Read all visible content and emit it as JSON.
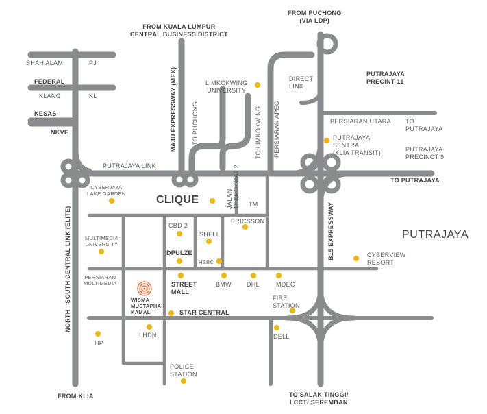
{
  "labels": {
    "from_kl_cbd": "FROM KUALA LUMPUR\nCENTRAL BUSINESS DISTRICT",
    "from_puchong": "FROM PUCHONG\n(VIA LDP)",
    "shah_alam": "SHAH ALAM",
    "pj": "PJ",
    "federal": "FEDERAL",
    "klang": "KLANG",
    "kl": "KL",
    "kesas": "KESAS",
    "nkve": "NKVE",
    "limkokwing_university": "LIMKOKWING\nUNIVERSITY",
    "direct_link": "DIRECT\nLINK",
    "putrajaya_precinct_11": "PUTRAJAYA\nPRECINT 11",
    "persiaran_utara": "PERSIARAN UTARA",
    "to_putrajaya_upper": "TO\nPUTRAJAYA",
    "putrajaya_sentral": "PUTRAJAYA\nSENTRAL\n(KLIA TRANSIT)",
    "putrajaya_precinct_9": "PUTRAJAYA\nPRECINCT 9",
    "putrajaya_link": "PUTRAJAYA LINK",
    "to_putrajaya_main": "TO PUTRAJAYA",
    "cyberjaya_lake_garden": "CYBERJAYA\nLAKE GARDEN",
    "clique": "CLIQUE",
    "tm": "TM",
    "ericsson": "ERICSSON",
    "cbd2": "CBD 2",
    "shell": "SHELL",
    "putrajaya": "PUTRAJAYA",
    "multimedia_university": "MULTIMEDIA\nUNIVERSITY",
    "dpulze": "DPULZE",
    "hsbc": "HSBC",
    "cyberview_resort": "CYBERVIEW\nRESORT",
    "persiaran_multimedia": "PERSIARAN\nMULTIMEDIA",
    "street_mall": "STREET\nMALL",
    "bmw": "BMW",
    "dhl": "DHL",
    "mdec": "MDEC",
    "wisma_mustapha_kamal": "WISMA\nMUSTAPHA\nKAMAL",
    "fire_station": "FIRE\nSTATION",
    "star_central": "STAR CENTRAL",
    "hp": "HP",
    "lhdn": "LHDN",
    "dell": "DELL",
    "police_station": "POLICE\nSTATION",
    "from_klia": "FROM KLIA",
    "to_salak_tinggi": "TO SALAK TINGGI/\nLCCT/ SEREMBAN",
    "maju_expressway": "MAJU EXPRESSWAY (MEX)",
    "to_puchong_v": "TO PUCHONG",
    "to_limkokwing_v": "TO LIMKOKWING",
    "persiaran_apec": "PERSIARAN APEC",
    "jalan_teknokrat_2": "JALAN\nTEKNOKRAT 2",
    "b15_expressway": "B15 EXPRESSWAY",
    "north_south_central_link": "NORTH - SOUTH CENTRAL LINK (ELITE)"
  },
  "colors": {
    "road": "#8a8b8d",
    "poi": "#f2b705",
    "highlight": "#f15a22",
    "text": "#58595b"
  },
  "icons": {
    "poi_marker": "dot",
    "wisma_marker": "concentric-circles"
  }
}
